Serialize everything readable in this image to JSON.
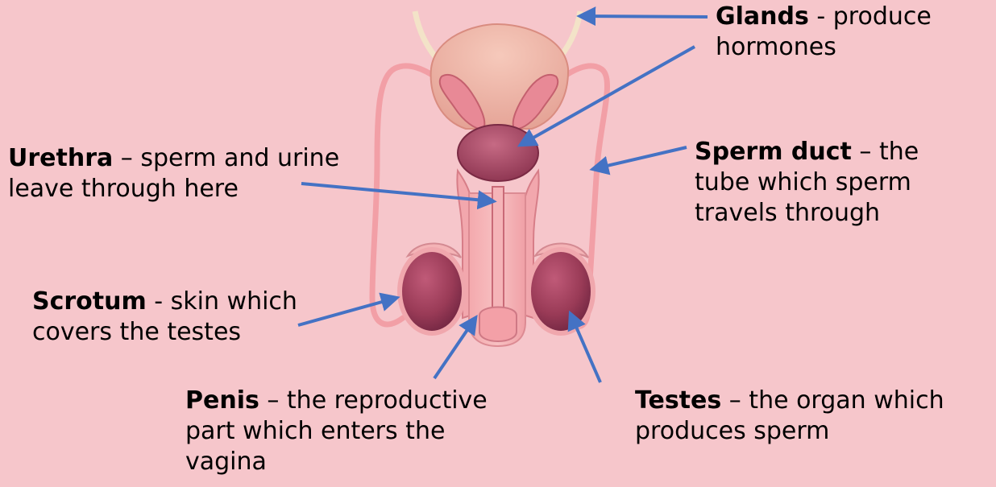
{
  "labels": {
    "glands": {
      "term": "Glands",
      "desc": " - produce",
      "line2": "hormones"
    },
    "urethra": {
      "term": "Urethra",
      "desc": " – sperm and urine",
      "line2": "leave through here"
    },
    "sperm_duct": {
      "term": "Sperm duct",
      "desc": " – the",
      "line2": "tube which sperm",
      "line3": "travels through"
    },
    "scrotum": {
      "term": "Scrotum",
      "desc": " - skin which",
      "line2": "covers the testes"
    },
    "penis": {
      "term": "Penis",
      "desc": " – the reproductive",
      "line2": "part which enters the",
      "line3": "vagina"
    },
    "testes": {
      "term": "Testes",
      "desc": " – the organ which",
      "line2": "produces sperm"
    }
  },
  "colors": {
    "background": "#f6c6cb",
    "arrow": "#4472c4",
    "organ_pink": "#eea3a8",
    "testis": "#9a3b57",
    "bladder": "#f0b6a9"
  }
}
